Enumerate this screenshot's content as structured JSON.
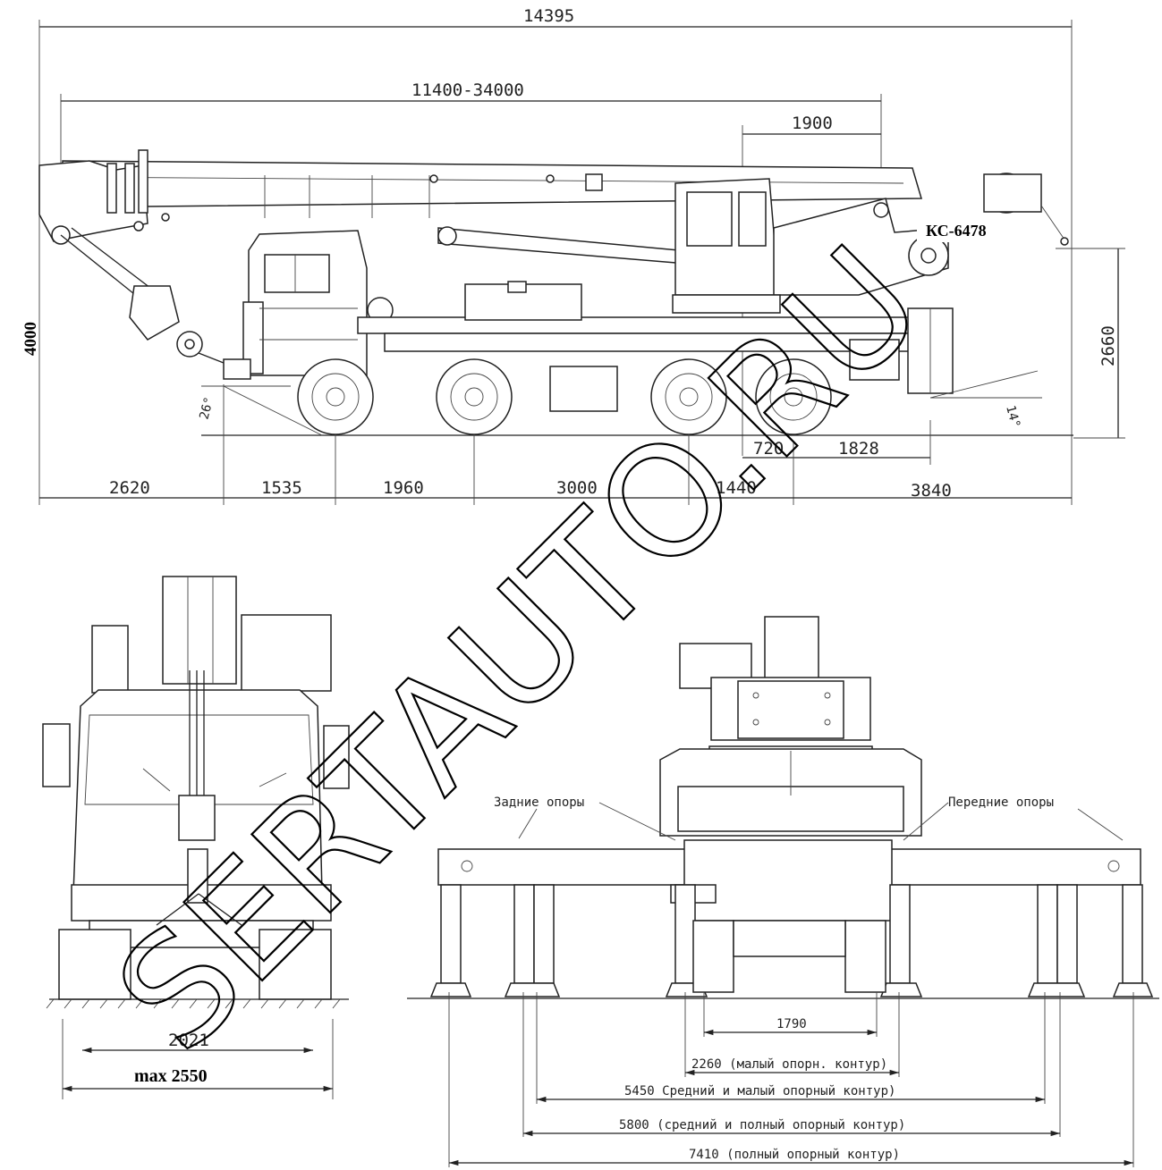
{
  "side_view": {
    "overall_length": "14395",
    "boom_length": "11400-34000",
    "dim_1900": "1900",
    "model_label": "КС-6478",
    "height_2660": "2660",
    "angle_front": "26°",
    "angle_rear": "14°",
    "dim_720": "720",
    "dim_1828": "1828",
    "bottom_dims": [
      "2620",
      "1535",
      "1960",
      "3000",
      "1440",
      "3840"
    ]
  },
  "height_label": "4000",
  "front_view": {
    "width": "2021",
    "max_width": "max 2550"
  },
  "rear_view": {
    "rear_supports_label": "Задние опоры",
    "front_supports_label": "Передние опоры",
    "dim_1790": "1790",
    "dim_2260": "2260 (малый опорн. контур)",
    "dim_5450": "5450 Средний и малый опорный контур)",
    "dim_5800": "5800 (средний и полный опорный контур)",
    "dim_7410": "7410 (полный опорный контур)"
  },
  "watermark": "SERTAUTO.RU"
}
